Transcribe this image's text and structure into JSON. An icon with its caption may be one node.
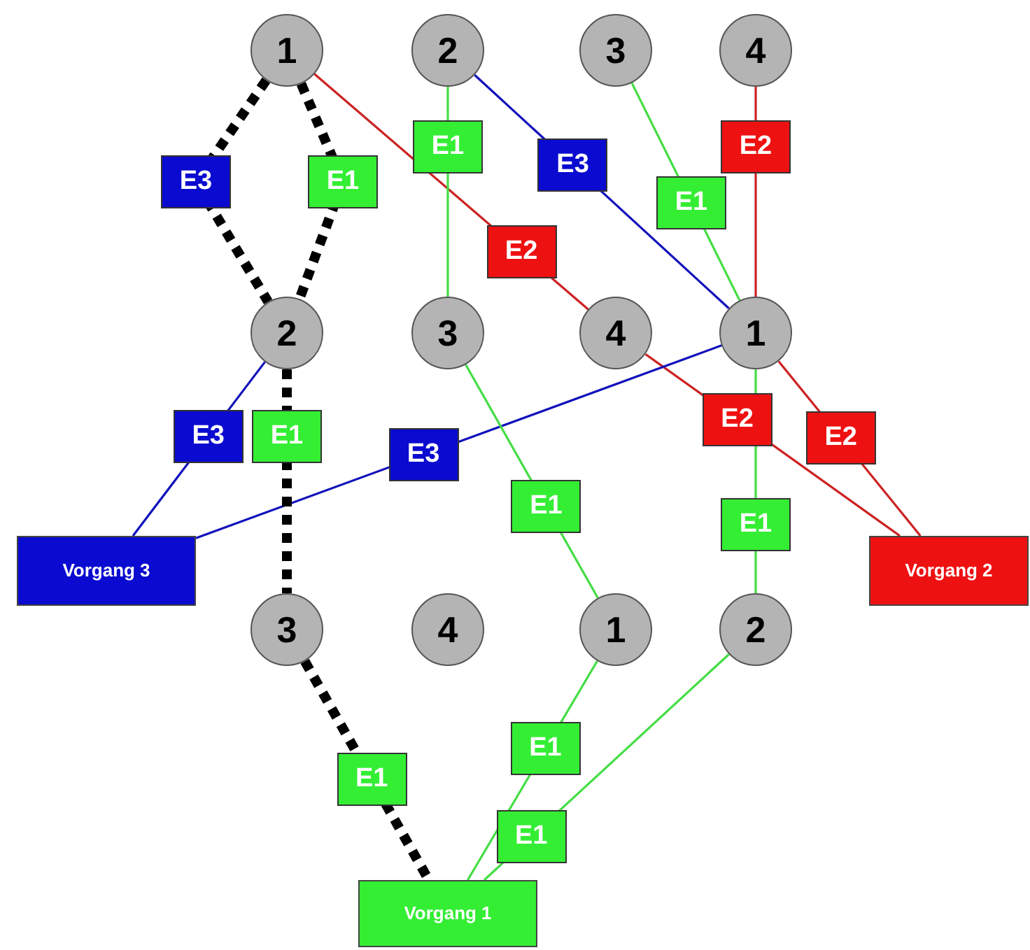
{
  "diagram": {
    "nodes": [
      {
        "text": [
          "1"
        ]
      },
      {
        "text": [
          "2"
        ]
      },
      {
        "text": [
          "3"
        ]
      },
      {
        "text": [
          "4"
        ]
      },
      {
        "text": [
          "2"
        ]
      },
      {
        "text": [
          "3"
        ]
      },
      {
        "text": [
          "4"
        ]
      },
      {
        "text": [
          "1"
        ]
      },
      {
        "text": [
          "Vorgang 3"
        ]
      },
      {
        "text": [
          "Vorgang 2"
        ]
      },
      {
        "text": [
          "3"
        ]
      },
      {
        "text": [
          "4"
        ]
      },
      {
        "text": [
          "1"
        ]
      },
      {
        "text": [
          "2"
        ]
      },
      {
        "text": [
          "Vorgang 1"
        ]
      }
    ],
    "edges": [
      {
        "from": 0,
        "to": 4,
        "arrow": "none",
        "label": "E3",
        "style": "dashed",
        "color": "#000000"
      },
      {
        "from": 0,
        "to": 4,
        "arrow": "none",
        "label": "E1",
        "style": "dashed",
        "color": "#000000"
      },
      {
        "from": 0,
        "to": 6,
        "arrow": "none",
        "label": "E2",
        "color": "#cc2222"
      },
      {
        "from": 1,
        "to": 5,
        "arrow": "none",
        "label": "E1",
        "color": "#44dd44"
      },
      {
        "from": 1,
        "to": 7,
        "arrow": "none",
        "label": "E3",
        "color": "#1111bb"
      },
      {
        "from": 2,
        "to": 7,
        "arrow": "none",
        "label": "E1",
        "color": "#44dd44"
      },
      {
        "from": 3,
        "to": 7,
        "arrow": "none",
        "label": "E2",
        "color": "#cc2222"
      },
      {
        "from": 6,
        "to": 9,
        "arrow": "none",
        "label": "E2",
        "color": "#cc2222"
      },
      {
        "from": 7,
        "to": 9,
        "arrow": "none",
        "label": "E2",
        "color": "#cc2222"
      },
      {
        "from": 7,
        "to": 8,
        "arrow": "none",
        "label": "E3",
        "color": "#1111bb"
      },
      {
        "from": 4,
        "to": 8,
        "arrow": "none",
        "label": "E3",
        "color": "#1111bb"
      },
      {
        "from": 4,
        "to": 10,
        "arrow": "none",
        "label": "E1",
        "style": "dashed",
        "color": "#000000"
      },
      {
        "from": 5,
        "to": 12,
        "arrow": "none",
        "label": "E1",
        "color": "#44dd44"
      },
      {
        "from": 7,
        "to": 13,
        "arrow": "none",
        "label": "E1",
        "color": "#44dd44"
      },
      {
        "from": 10,
        "to": 14,
        "arrow": "none",
        "label": "E1",
        "style": "dashed",
        "color": "#000000"
      },
      {
        "from": 12,
        "to": 14,
        "arrow": "none",
        "label": "E1",
        "color": "#44dd44"
      },
      {
        "from": 13,
        "to": 14,
        "arrow": "none",
        "label": "E1",
        "color": "#44dd44"
      }
    ]
  }
}
